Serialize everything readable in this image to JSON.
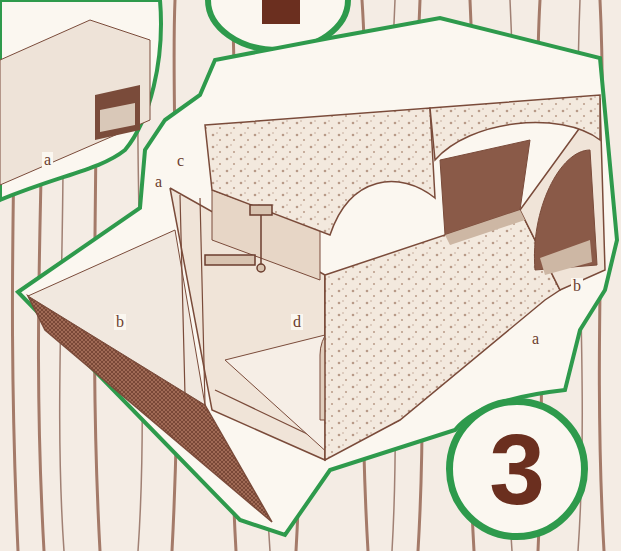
{
  "diagram": {
    "nodes": [
      {
        "text": [
          "3"
        ]
      }
    ],
    "labels": [
      "a",
      "c",
      "a",
      "b",
      "b",
      "d",
      "a"
    ]
  }
}
